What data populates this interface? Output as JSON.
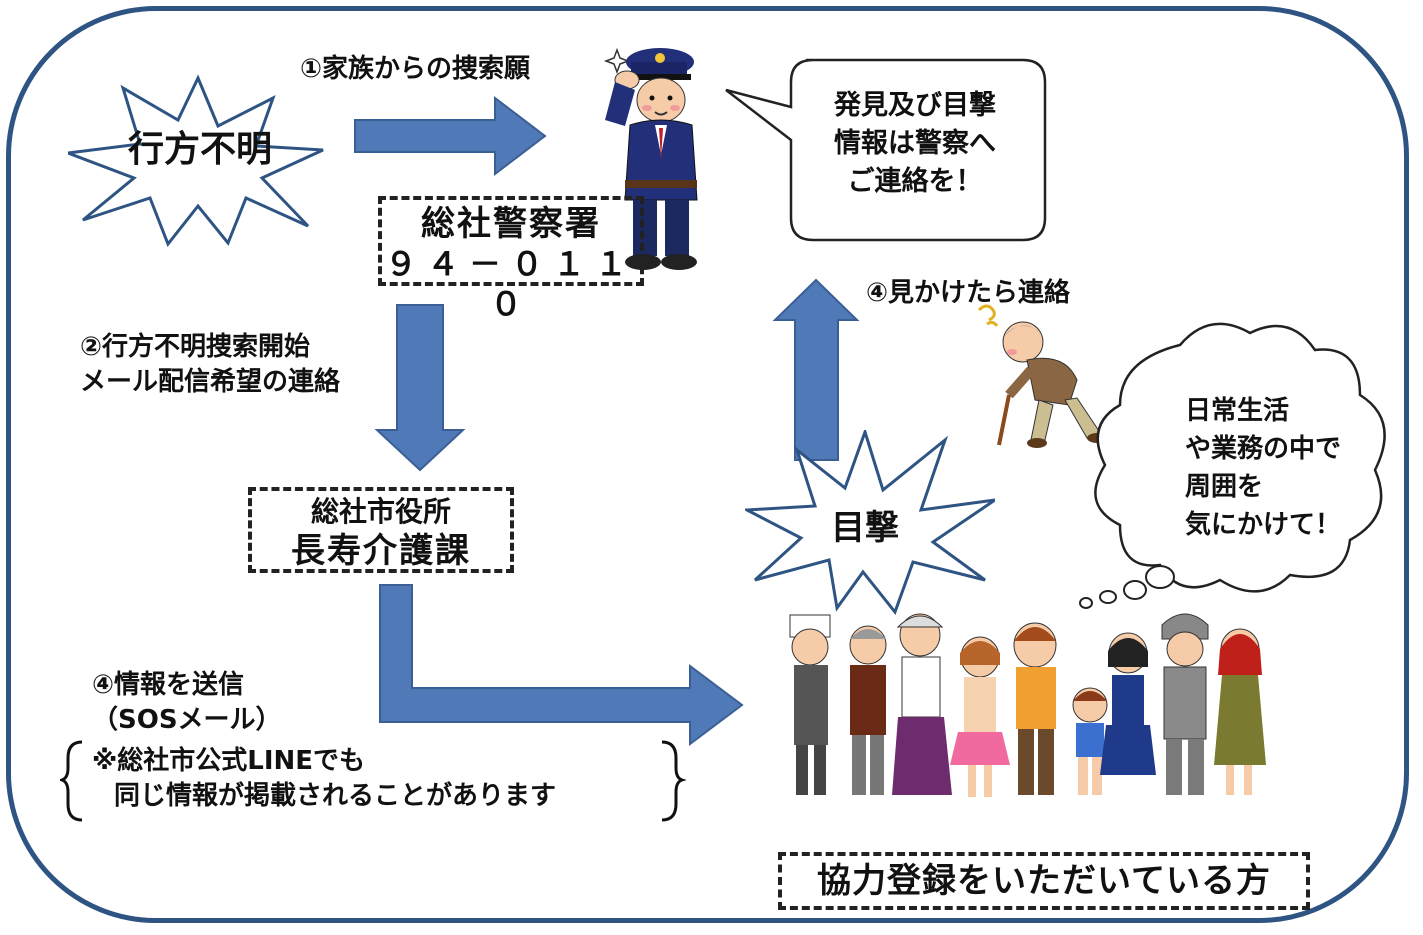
{
  "frame_color": "#2e5484",
  "arrow_color": "#4f79b7",
  "arrow_edge_color": "#3b5f94",
  "missing_burst": "行方不明",
  "step1_label": "①家族からの捜索願",
  "police_station": {
    "name": "総社警察署",
    "phone": "９４－０１１０"
  },
  "police_speech": [
    "発見及び目撃",
    "情報は警察へ",
    "ご連絡を！"
  ],
  "step2_label": [
    "②行方不明捜索開始",
    "メール配信希望の連絡"
  ],
  "city_office": [
    "総社市役所",
    "長寿介護課"
  ],
  "step4_send": [
    "④情報を送信",
    "（SOSメール）"
  ],
  "line_note": [
    "※総社市公式LINEでも",
    "同じ情報が掲載されることがあります"
  ],
  "sighting_burst": "目撃",
  "step4_report": "④見かけたら連絡",
  "thought_cloud": [
    "日常生活",
    "や業務の中で",
    "周囲を",
    "気にかけて！"
  ],
  "registered_label": "協力登録をいただいている方",
  "icons": {
    "police": "police-officer-saluting-icon",
    "elder": "wandering-elderly-person-icon",
    "group": "registered-cooperators-group-icon"
  }
}
